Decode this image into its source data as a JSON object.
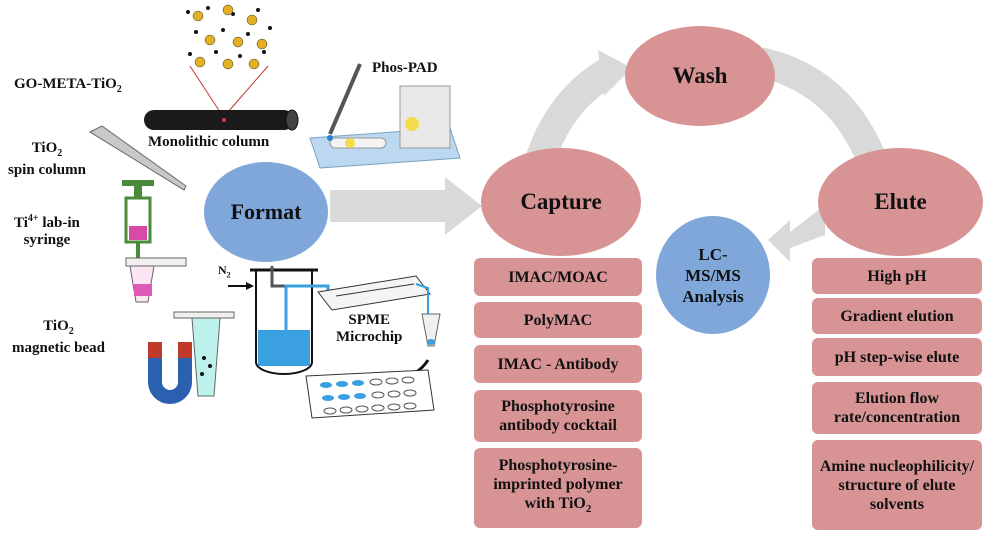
{
  "formats": {
    "go_meta_tio2": "GO-META-TiO",
    "go_meta_tio2_sub": "2",
    "monolithic_column": "Monolithic column",
    "tio2_spin_line1": "TiO",
    "tio2_spin_sub": "2",
    "tio2_spin_line2": "spin column",
    "ti_lab_line1": "Ti",
    "ti_lab_sup": "4+",
    "ti_lab_rest": " lab-in",
    "ti_lab_line2": "syringe",
    "tio2_bead_line1": "TiO",
    "tio2_bead_sub": "2",
    "tio2_bead_line2": "magnetic bead",
    "phos_pad": "Phos-PAD",
    "spme_line1": "SPME",
    "spme_line2": "Microchip",
    "n2": "N",
    "n2_sub": "2"
  },
  "cycle": {
    "format": "Format",
    "capture": "Capture",
    "wash": "Wash",
    "elute": "Elute",
    "analysis_line1": "LC-",
    "analysis_line2": "MS/MS",
    "analysis_line3": "Analysis"
  },
  "capture_methods": [
    "IMAC/MOAC",
    "PolyMAC",
    "IMAC - Antibody",
    "Phosphotyrosine antibody cocktail",
    "Phosphotyrosine-imprinted polymer with TiO"
  ],
  "capture_last_sub": "2",
  "elute_methods": [
    "High pH",
    "Gradient elution",
    "pH step-wise elute",
    "Elution flow rate/concentration",
    "Amine nucleophilicity/ structure of elute solvents"
  ],
  "colors": {
    "pink": "#d89494",
    "blue": "#7fa7d9",
    "arrow_gray": "#d9d9d9"
  }
}
